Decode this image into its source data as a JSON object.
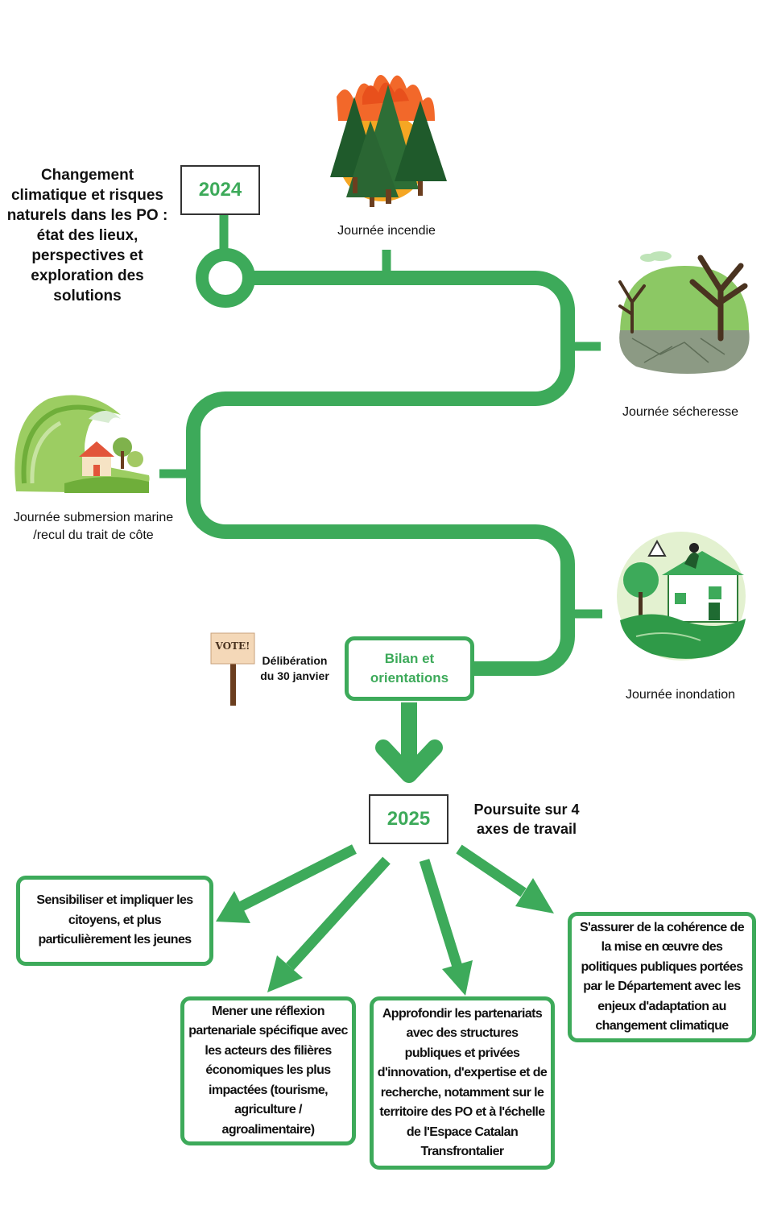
{
  "intro_title": "Changement climatique et risques naturels dans les PO : état des lieux, perspectives  et exploration des solutions",
  "year_start": "2024",
  "year_next": "2025",
  "events": {
    "incendie": "Journée incendie",
    "secheresse": "Journée sécheresse",
    "submersion": "Journée submersion marine /recul du trait de côte",
    "inondation": "Journée inondation"
  },
  "vote_sign": "VOTE!",
  "deliberation": "Délibération du 30 janvier",
  "bilan": "Bilan et orientations",
  "poursuite": "Poursuite sur 4 axes de travail",
  "axes": [
    "Sensibiliser et impliquer les citoyens, et plus particulièrement les jeunes",
    "Mener une réflexion partenariale spécifique avec les acteurs des filières économiques les plus impactées (tourisme, agriculture / agroalimentaire)",
    "Approfondir les partenariats avec des structures publiques et privées d'innovation, d'expertise et de recherche, notamment sur le territoire des PO et à l'échelle de l'Espace Catalan Transfrontalier",
    "S'assurer de la cohérence de la mise en œuvre des politiques publiques portées par le Département avec les enjeux d'adaptation au changement climatique"
  ],
  "colors": {
    "accent": "#3daa5a",
    "dark_green": "#2f7d3a",
    "flame": "#f2682a"
  }
}
